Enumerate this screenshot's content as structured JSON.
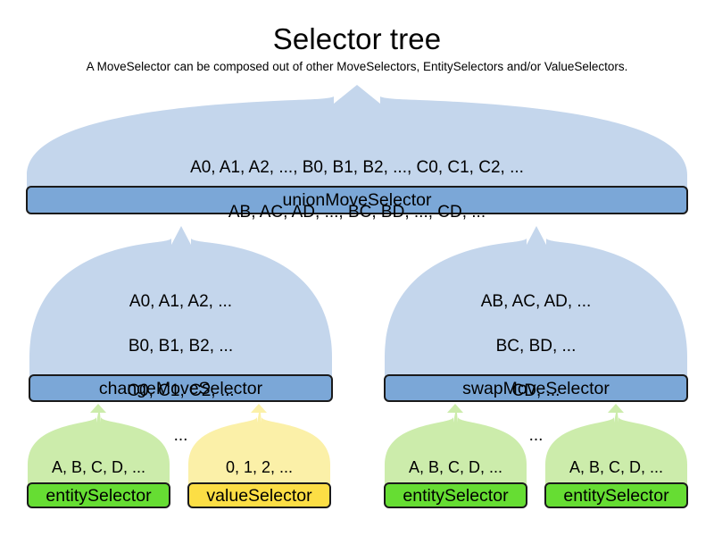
{
  "header": {
    "title": "Selector tree",
    "subtitle": "A MoveSelector can be composed out of other MoveSelectors, EntitySelectors and/or ValueSelectors."
  },
  "colors": {
    "dome_blue_fill": "#c4d6ec",
    "bar_blue_fill": "#7ba7d7",
    "dome_green_fill": "#ccecab",
    "bar_green_fill": "#66dd33",
    "dome_yellow_fill": "#fbf0a8",
    "bar_yellow_fill": "#fcde45",
    "stroke": "#1a1a1a",
    "background": "#ffffff",
    "text": "#000000"
  },
  "tree": {
    "root": {
      "label": "unionMoveSelector",
      "content_lines": [
        "A0, A1, A2, ..., B0, B1, B2, ..., C0, C1, C2, ...",
        "AB, AC, AD, ..., BC, BD, ..., CD, ..."
      ],
      "kind": "move-selector"
    },
    "middle": [
      {
        "label": "changeMoveSelector",
        "content_lines": [
          "A0, A1, A2, ...",
          "B0, B1, B2, ...",
          "C0, C1, C2, ...",
          "..."
        ],
        "kind": "move-selector"
      },
      {
        "label": "swapMoveSelector",
        "content_lines": [
          "AB, AC, AD, ...",
          "BC, BD, ...",
          "CD, ...",
          "..."
        ],
        "kind": "move-selector"
      }
    ],
    "leaves": [
      {
        "label": "entitySelector",
        "content": "A, B, C, D, ...",
        "kind": "entity-selector"
      },
      {
        "label": "valueSelector",
        "content": "0, 1, 2, ...",
        "kind": "value-selector"
      },
      {
        "label": "entitySelector",
        "content": "A, B, C, D, ...",
        "kind": "entity-selector"
      },
      {
        "label": "entitySelector",
        "content": "A, B, C, D, ...",
        "kind": "entity-selector"
      }
    ]
  }
}
